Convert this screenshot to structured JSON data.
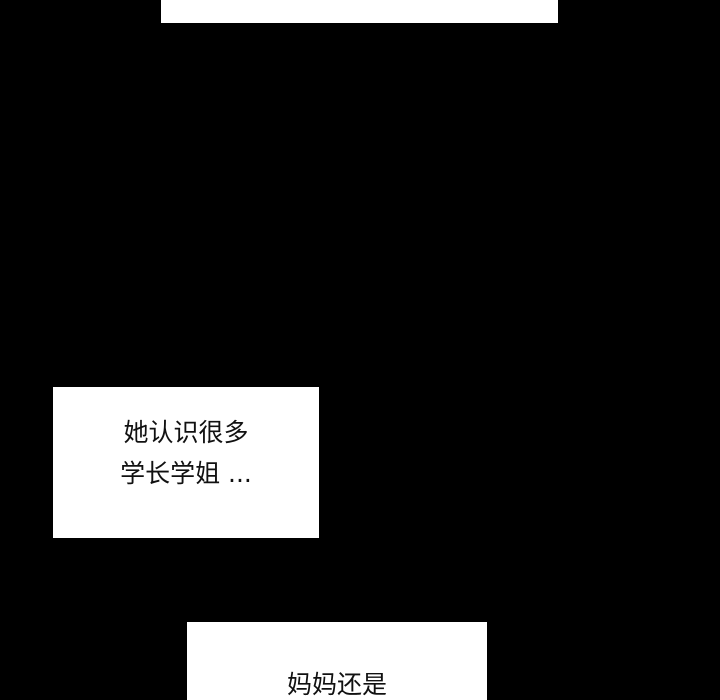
{
  "colors": {
    "background": "#000000",
    "caption_box": "#ffffff",
    "text": "#111111"
  },
  "captions": [
    {
      "lines": []
    },
    {
      "lines": [
        "她认识很多",
        "学长学姐 ..."
      ]
    },
    {
      "lines": [
        "妈妈还是"
      ]
    }
  ]
}
